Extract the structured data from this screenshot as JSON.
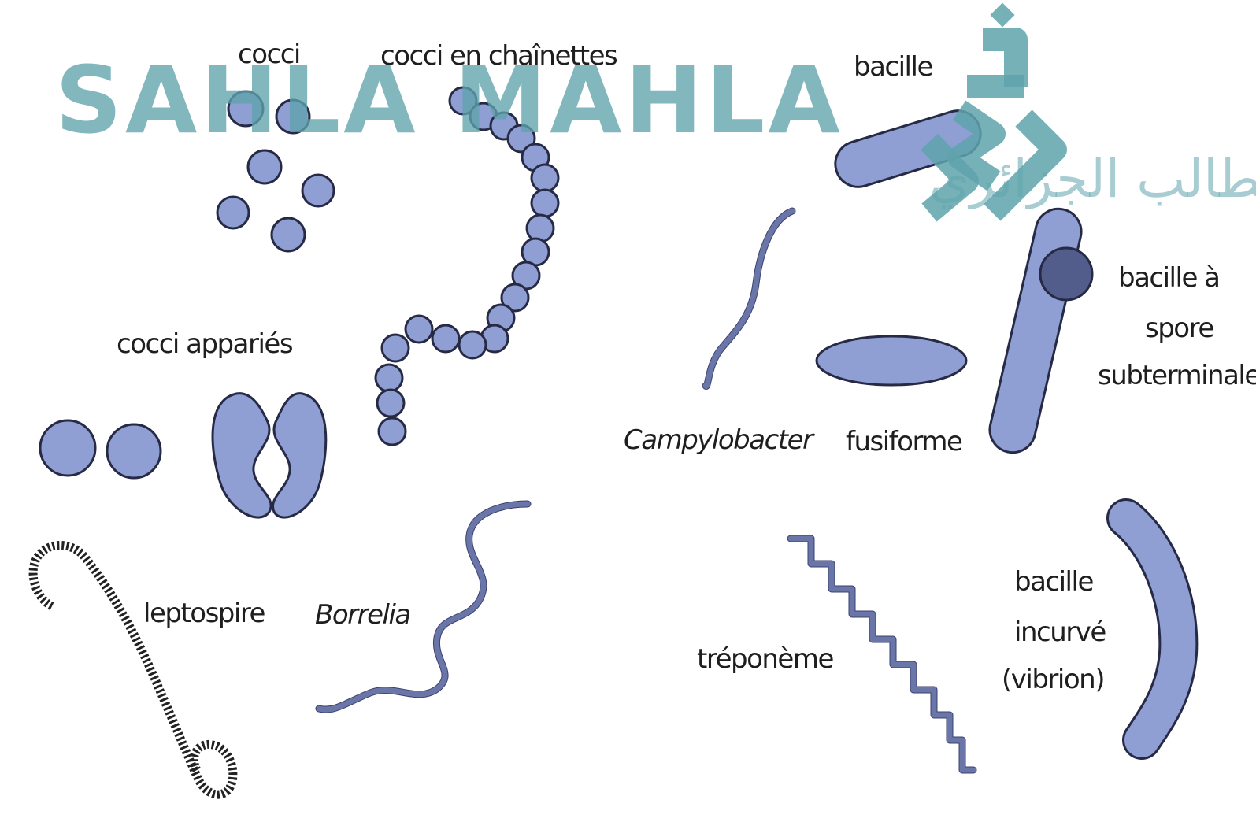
{
  "labels": {
    "cocci": "cocci",
    "cocci_chainettes": "cocci en chaînettes",
    "bacille": "bacille",
    "cocci_apparies": "cocci appariés",
    "campylobacter": "Campylobacter",
    "fusiforme": "fusiforme",
    "bacille_spore": [
      "bacille à",
      "spore",
      "subterminale"
    ],
    "leptospire": "leptospire",
    "borrelia": "Borrelia",
    "treponeme": "tréponème",
    "bacille_incurve": [
      "bacille",
      "incurvé",
      "(vibrion)"
    ]
  },
  "watermark": {
    "text": "SAHLA MAHLA",
    "arabic": "المصدر الاول للطالب الجزائري",
    "logo_icon": "calligraphy-logo-icon"
  },
  "colors": {
    "cell_fill": "#8f9fd3",
    "cell_outline": "#262a45",
    "spore_fill": "#525d8c",
    "filament": "#6b76a8",
    "watermark": "#5fa3ac"
  }
}
